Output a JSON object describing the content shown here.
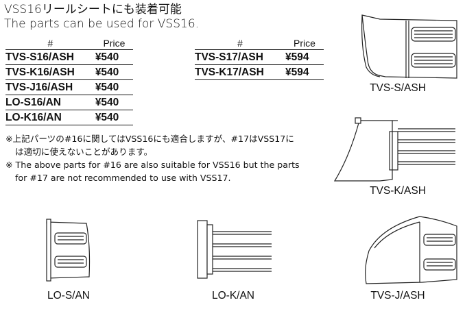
{
  "heading": {
    "line_jp": "VSS16リールシートにも装着可能",
    "line_en": "The parts can be used for VSS16."
  },
  "table_left": {
    "headers": [
      "#",
      "Price"
    ],
    "rows": [
      {
        "part": "TVS-S16/ASH",
        "price": "¥540"
      },
      {
        "part": "TVS-K16/ASH",
        "price": "¥540"
      },
      {
        "part": "TVS-J16/ASH",
        "price": "¥540"
      },
      {
        "part": "LO-S16/AN",
        "price": "¥540"
      },
      {
        "part": "LO-K16/AN",
        "price": "¥540"
      }
    ]
  },
  "table_right": {
    "headers": [
      "#",
      "Price"
    ],
    "rows": [
      {
        "part": "TVS-S17/ASH",
        "price": "¥594"
      },
      {
        "part": "TVS-K17/ASH",
        "price": "¥594"
      }
    ]
  },
  "notes": {
    "jp_line1": "※上記パーツの#16に関してはVSS16にも適合しますが、#17はVSS17に",
    "jp_line2": "は適切に使えないことがあります。",
    "en_line1": "※ The above parts for #16 are also suitable for VSS16 but the parts",
    "en_line2": "for #17 are not recommended to use with VSS17."
  },
  "images": {
    "tvs_s_caption": "TVS-S/ASH",
    "tvs_k_caption": "TVS-K/ASH",
    "lo_s_caption": "LO-S/AN",
    "lo_k_caption": "LO-K/AN",
    "tvs_j_caption": "TVS-J/ASH"
  }
}
